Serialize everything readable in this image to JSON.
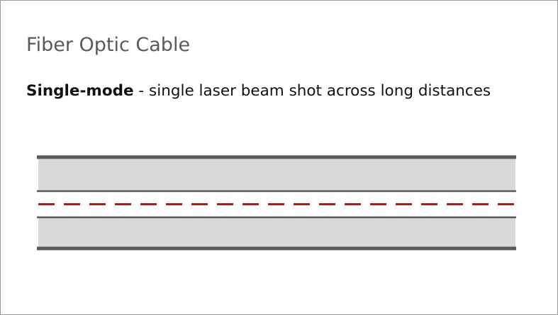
{
  "slide": {
    "title": "Fiber Optic Cable",
    "description_term": "Single-mode",
    "description_separator": " - ",
    "description_text": "single laser beam shot across long distances"
  },
  "colors": {
    "background": "#ffffff",
    "border": "#9a9a9a",
    "title_text": "#5a5a5a",
    "body_text": "#111111",
    "cladding_fill": "#d9d9d9",
    "cable_lines": "#595959",
    "laser_beam": "#a5201a"
  }
}
